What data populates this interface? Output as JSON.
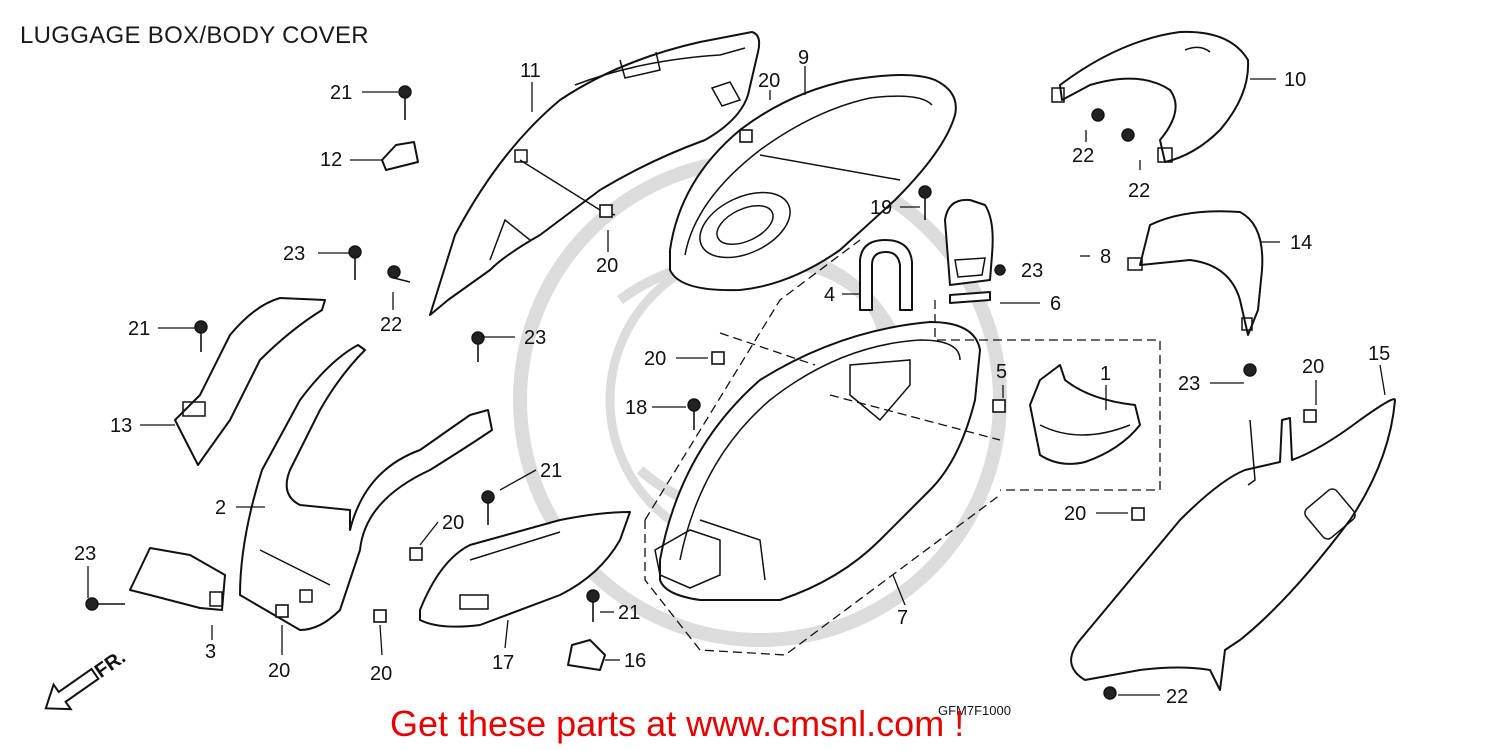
{
  "title": "LUGGAGE BOX/BODY COVER",
  "drawing_code": "GFM7F1000",
  "direction_label": "FR.",
  "promo_text": "Get these parts at www.cmsnl.com !",
  "colors": {
    "promo": "#e60000",
    "line": "#111111",
    "watermark": "#dcdcdc"
  },
  "callouts": [
    {
      "id": "c11a",
      "label": "11"
    },
    {
      "id": "c9",
      "label": "9"
    },
    {
      "id": "c20a",
      "label": "20"
    },
    {
      "id": "c21a",
      "label": "21"
    },
    {
      "id": "c12",
      "label": "12"
    },
    {
      "id": "c10",
      "label": "10"
    },
    {
      "id": "c22a",
      "label": "22"
    },
    {
      "id": "c22b",
      "label": "22"
    },
    {
      "id": "c19",
      "label": "19"
    },
    {
      "id": "c8",
      "label": "8"
    },
    {
      "id": "c23a",
      "label": "23"
    },
    {
      "id": "c14",
      "label": "14"
    },
    {
      "id": "c23b",
      "label": "23"
    },
    {
      "id": "c20b",
      "label": "20"
    },
    {
      "id": "c4",
      "label": "4"
    },
    {
      "id": "c6",
      "label": "6"
    },
    {
      "id": "c22c",
      "label": "22"
    },
    {
      "id": "c21b",
      "label": "21"
    },
    {
      "id": "c23c",
      "label": "23"
    },
    {
      "id": "c20c",
      "label": "20"
    },
    {
      "id": "c5",
      "label": "5"
    },
    {
      "id": "c1",
      "label": "1"
    },
    {
      "id": "c13",
      "label": "13"
    },
    {
      "id": "c18",
      "label": "18"
    },
    {
      "id": "c23d",
      "label": "23"
    },
    {
      "id": "c20d",
      "label": "20"
    },
    {
      "id": "c15",
      "label": "15"
    },
    {
      "id": "c2",
      "label": "2"
    },
    {
      "id": "c21c",
      "label": "21"
    },
    {
      "id": "c20e",
      "label": "20"
    },
    {
      "id": "c20f",
      "label": "20"
    },
    {
      "id": "c23e",
      "label": "23"
    },
    {
      "id": "c7",
      "label": "7"
    },
    {
      "id": "c21d",
      "label": "21"
    },
    {
      "id": "c3",
      "label": "3"
    },
    {
      "id": "c16",
      "label": "16"
    },
    {
      "id": "c17",
      "label": "17"
    },
    {
      "id": "c20g",
      "label": "20"
    },
    {
      "id": "c20h",
      "label": "20"
    },
    {
      "id": "c22d",
      "label": "22"
    }
  ]
}
